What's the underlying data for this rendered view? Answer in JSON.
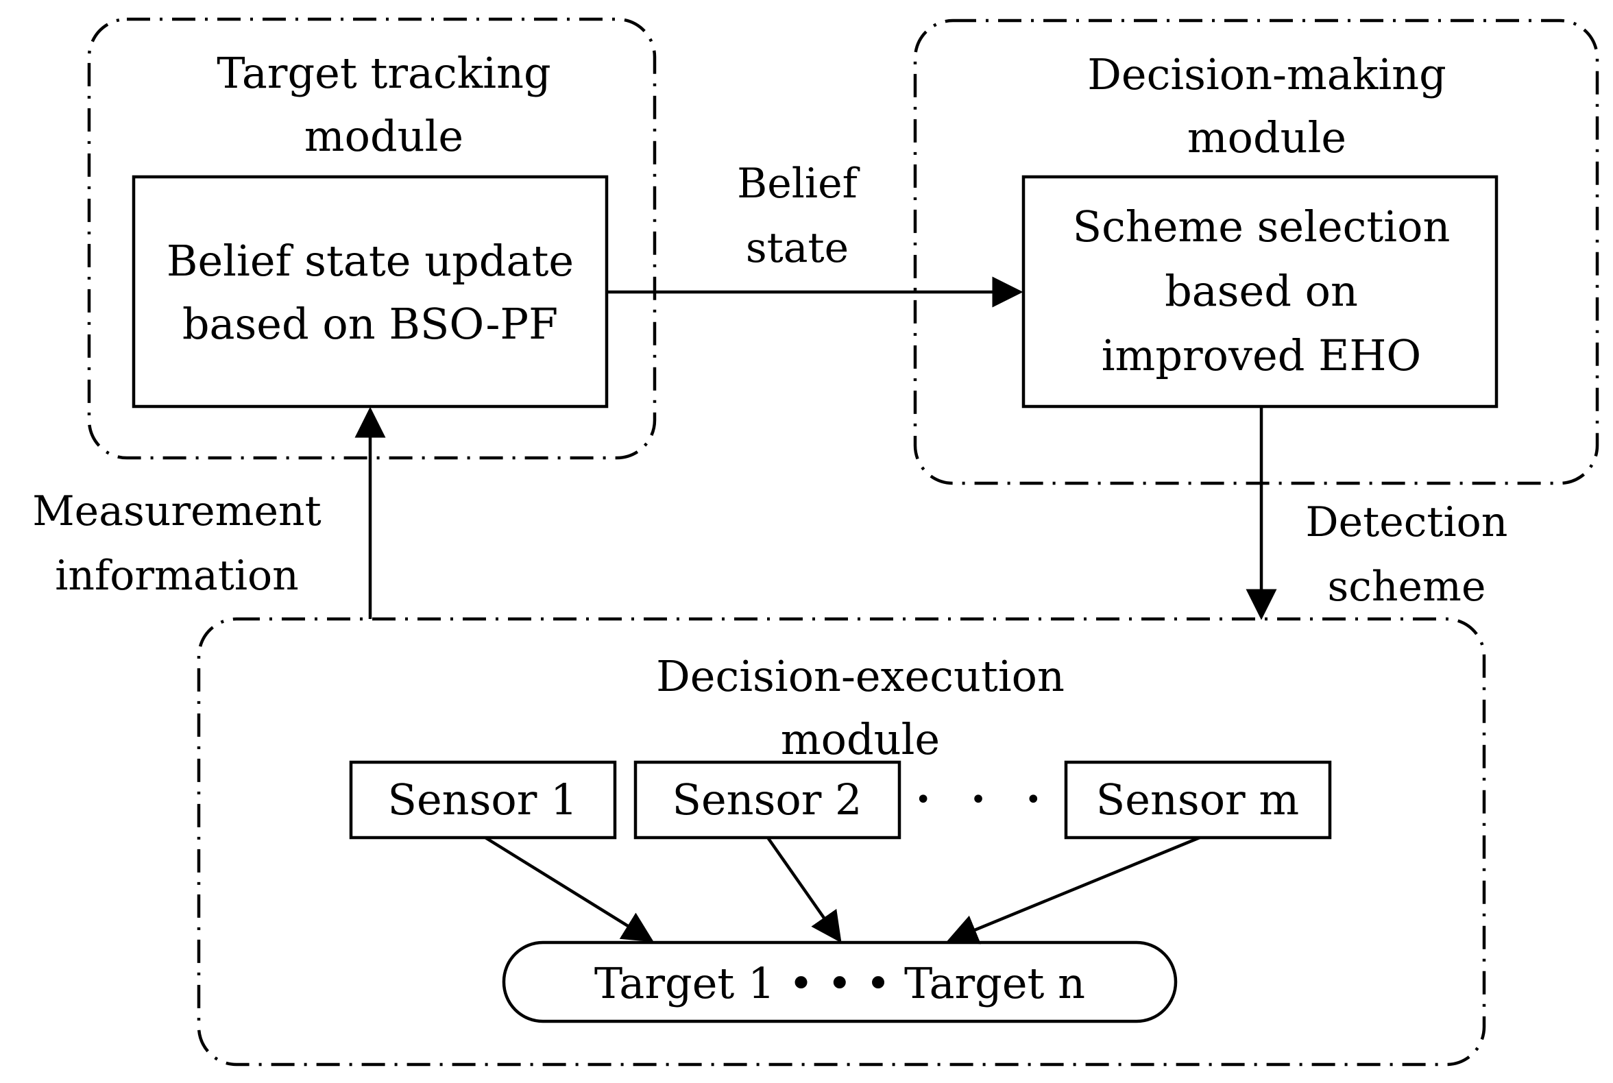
{
  "modules": {
    "tracking": {
      "title_line1": "Target tracking",
      "title_line2": "module",
      "process_line1": "Belief state update",
      "process_line2": "based on BSO-PF"
    },
    "decision": {
      "title_line1": "Decision-making",
      "title_line2": "module",
      "process_line1": "Scheme selection",
      "process_line2": "based on",
      "process_line3": "improved EHO"
    },
    "execution": {
      "title_line1": "Decision-execution",
      "title_line2": "module",
      "sensors": [
        "Sensor 1",
        "Sensor 2",
        "Sensor m"
      ],
      "sensor_ellipsis": "• • •",
      "targets": "Target 1 • • • Target n"
    }
  },
  "edges": {
    "belief_line1": "Belief",
    "belief_line2": "state",
    "detection_line1": "Detection",
    "detection_line2": "scheme",
    "measurement_line1": "Measurement",
    "measurement_line2": "information"
  }
}
